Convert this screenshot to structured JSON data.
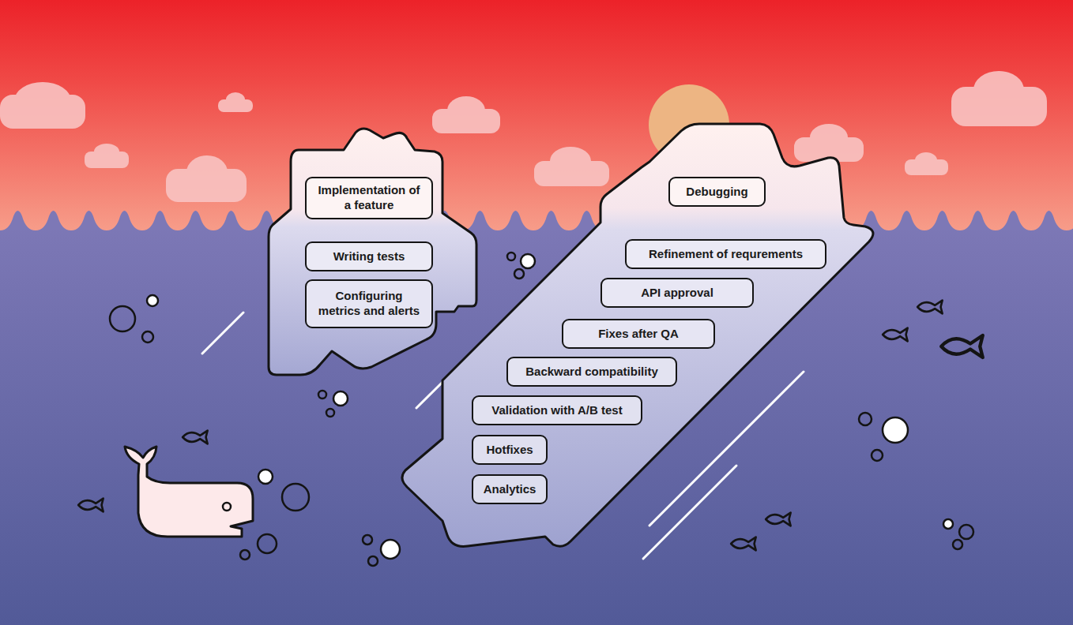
{
  "diagram": {
    "nodes": [
      {
        "text": [
          "Implementation of a feature"
        ]
      },
      {
        "text": [
          "Writing tests"
        ]
      },
      {
        "text": [
          "Configuring metrics and alerts"
        ]
      },
      {
        "text": [
          "Debugging"
        ]
      },
      {
        "text": [
          "Refinement of requrements"
        ]
      },
      {
        "text": [
          "API approval"
        ]
      },
      {
        "text": [
          "Fixes after QA"
        ]
      },
      {
        "text": [
          "Backward compatibility"
        ]
      },
      {
        "text": [
          "Validation with A/B test"
        ]
      },
      {
        "text": [
          "Hotfixes"
        ]
      },
      {
        "text": [
          "Analytics"
        ]
      }
    ]
  }
}
